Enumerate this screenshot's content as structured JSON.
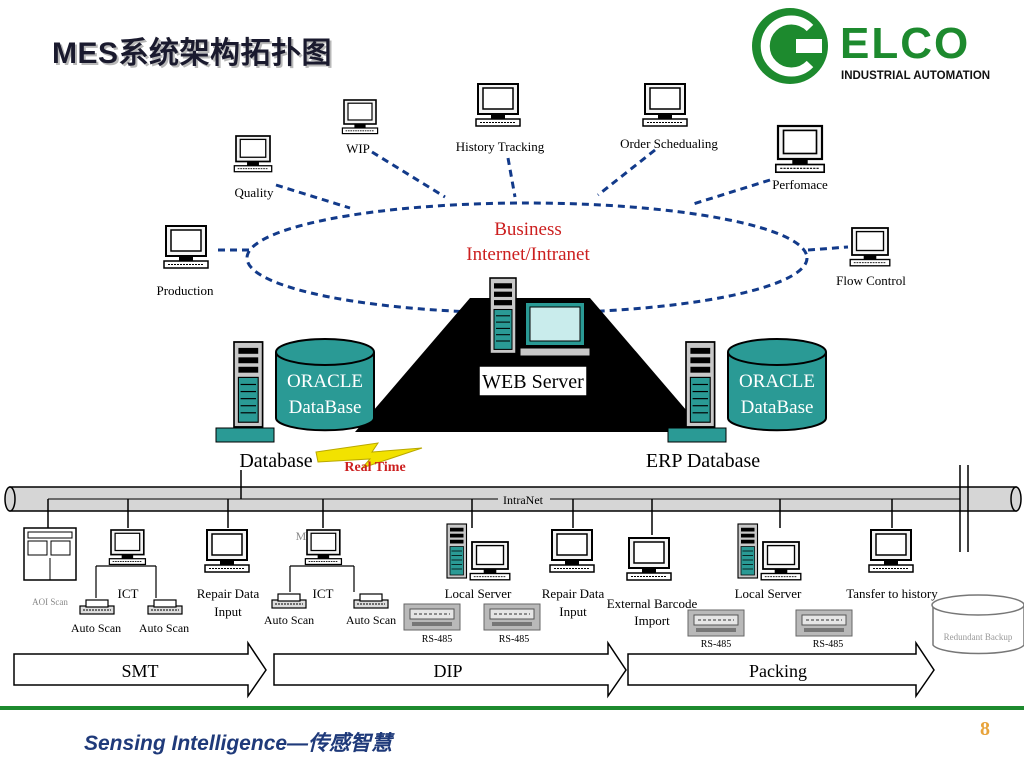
{
  "slide": {
    "title": "MES系统架构拓扑图",
    "footer_tagline": "Sensing  Intelligence—传感智慧",
    "page_number": "8"
  },
  "logo": {
    "name": "ELCO",
    "subtitle": "INDUSTRIAL AUTOMATION",
    "brand_color": "#1d8a2e"
  },
  "business_network": {
    "label_line1": "Business",
    "label_line2": "Internet/Intranet",
    "label_color": "#cc1f1f",
    "clients": {
      "production": "Production",
      "quality": "Quality",
      "wip": "WIP",
      "history_tracking": "History Tracking",
      "order_scheduling": "Order Schedualing",
      "performance": "Perfomace",
      "flow_control": "Flow Control"
    }
  },
  "servers": {
    "web_server": "WEB Server",
    "oracle_left_line1": "ORACLE",
    "oracle_left_line2": "DataBase",
    "oracle_right_line1": "ORACLE",
    "oracle_right_line2": "DataBase",
    "database_label": "Database",
    "erp_label": "ERP Database",
    "real_time_label": "Real Time"
  },
  "intranet": {
    "label": "IntraNet"
  },
  "floor": {
    "aoi_scan": "AOI Scan",
    "ict_1": "ICT",
    "auto_scan_1": "Auto Scan",
    "auto_scan_2": "Auto Scan",
    "repair_1_line1": "Repair Data",
    "repair_1_line2": "Input",
    "mes_label": "MES",
    "ict_2": "ICT",
    "auto_scan_3": "Auto Scan",
    "auto_scan_4": "Auto Scan",
    "local_server_1": "Local Server",
    "rs485_1": "RS-485",
    "rs485_2": "RS-485",
    "repair_2_line1": "Repair Data",
    "repair_2_line2": "Input",
    "external_line1": "External Barcode",
    "external_line2": "Import",
    "local_server_2": "Local Server",
    "rs485_3": "RS-485",
    "rs485_4": "RS-485",
    "transfer_history": "Tansfer to history",
    "redundant_backup": "Redundant Backup"
  },
  "stages": {
    "smt": "SMT",
    "dip": "DIP",
    "packing": "Packing"
  }
}
